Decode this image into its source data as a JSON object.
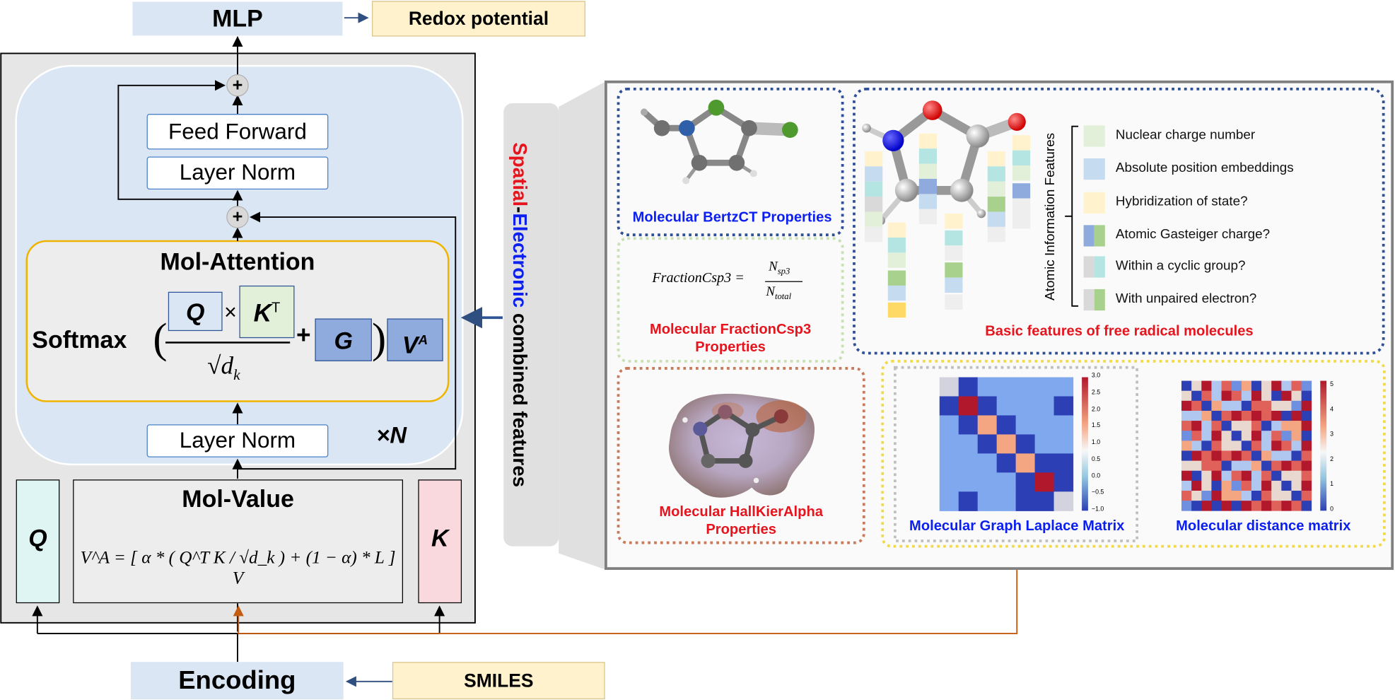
{
  "top": {
    "mlp": "MLP",
    "redox": "Redox potential"
  },
  "bottom": {
    "encoding": "Encoding",
    "smiles": "SMILES"
  },
  "transformer": {
    "feed_forward": "Feed Forward",
    "layer_norm_top": "Layer Norm",
    "layer_norm_bottom": "Layer Norm",
    "plus": "+",
    "times_n": "×N",
    "attention_title": "Mol-Attention",
    "softmax": "Softmax",
    "q": "Q",
    "times": "×",
    "k": "K",
    "k_sup": "T",
    "g": "G",
    "v": "V",
    "v_sup": "A",
    "sqrt_dk": "√d",
    "dk_sub": "k",
    "value_title": "Mol-Value",
    "q_side": "Q",
    "k_side": "K",
    "value_formula": "V^A = [ α * ( Q^T K / √d_k ) + (1 − α) * L ] V"
  },
  "vertical_label": {
    "part1": "Spatial",
    "dash": "-",
    "part2": "Electronic",
    "part3": " combined features"
  },
  "panels": {
    "bertzct": "Molecular BertzCT Properties",
    "fractioncsp3_formula_lhs": "FractionCsp3 =",
    "fractioncsp3_num": "N",
    "fractioncsp3_num_sub": "sp3",
    "fractioncsp3_den": "N",
    "fractioncsp3_den_sub": "total",
    "fractioncsp3": "Molecular FractionCsp3 Properties",
    "hallkier": "Molecular HallKierAlpha Properties",
    "basic": "Basic features of free radical molecules",
    "atomic_axis": "Atomic Information Features",
    "laplace": "Molecular Graph Laplace Matrix",
    "distance": "Molecular distance matrix"
  },
  "legend": [
    {
      "label": "Nuclear charge number",
      "colors": [
        "#e2f0d9"
      ]
    },
    {
      "label": "Absolute position embeddings",
      "colors": [
        "#c5dbf0"
      ]
    },
    {
      "label": "Hybridization of state?",
      "colors": [
        "#fff2cc"
      ]
    },
    {
      "label": "Atomic Gasteiger charge?",
      "colors": [
        "#8faadc",
        "#a9d18e"
      ]
    },
    {
      "label": "Within a cyclic group?",
      "colors": [
        "#d9d9d9",
        "#b4e5e2"
      ]
    },
    {
      "label": "With unpaired electron?",
      "colors": [
        "#d9d9d9",
        "#a9d18e"
      ]
    }
  ],
  "laplace_ticks": [
    "3.0",
    "2.5",
    "2.0",
    "1.5",
    "1.0",
    "0.5",
    "0.0",
    "−0.5",
    "−1.0"
  ],
  "distance_ticks": [
    "5",
    "4",
    "3",
    "2",
    "1",
    "0"
  ],
  "colors": {
    "lightblue": "#dae6f3",
    "cream": "#fff2cc",
    "blue_text": "#0b1ff0",
    "red_text": "#e6141d",
    "attention_border": "#f0b400",
    "orange_line": "#c55a11"
  }
}
